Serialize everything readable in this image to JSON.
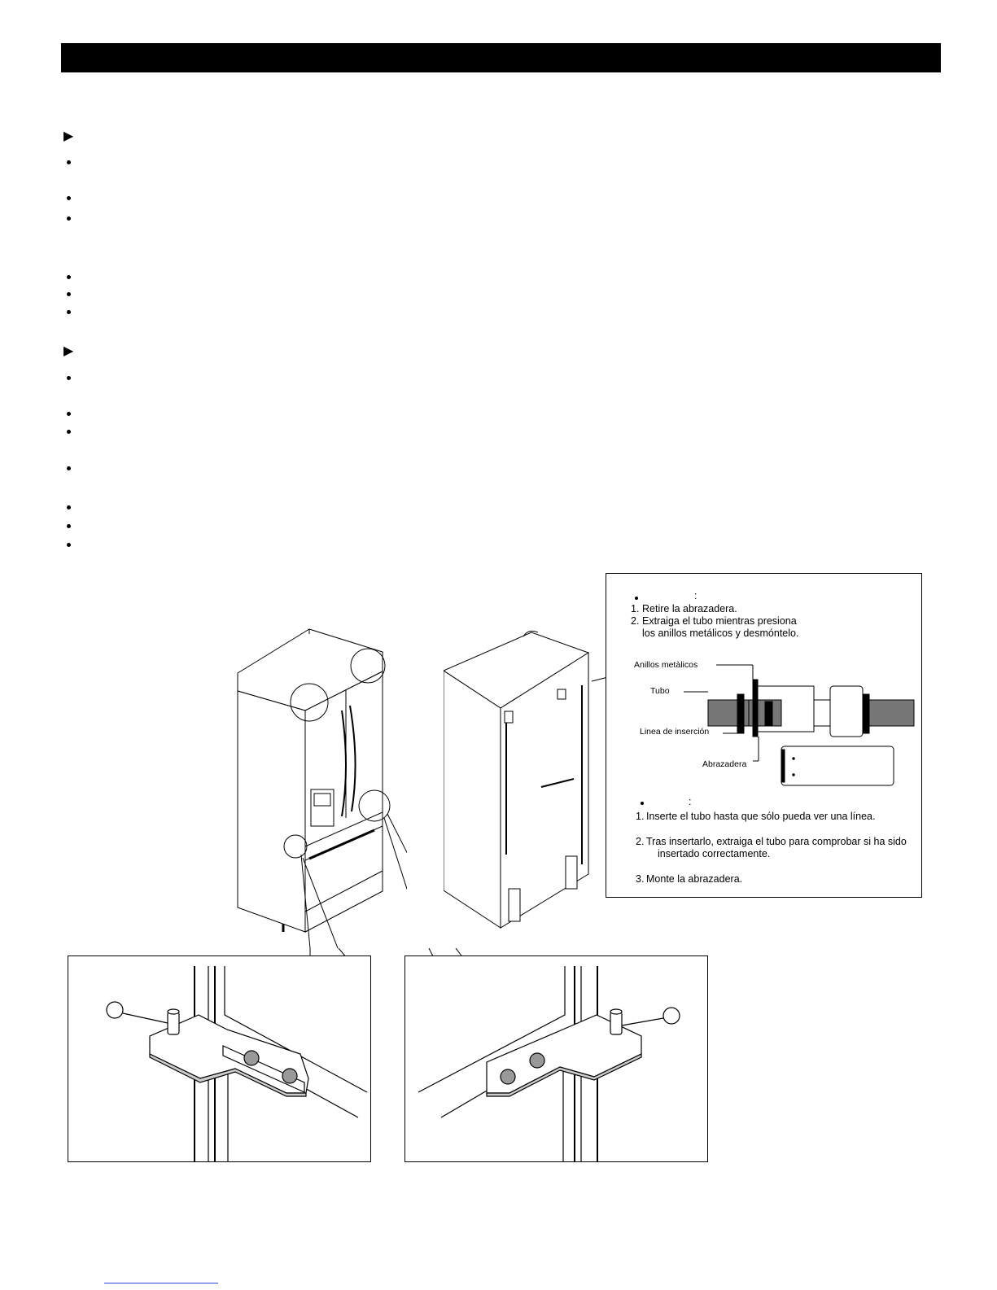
{
  "page": {
    "header_text": "",
    "footer_link_text": ""
  },
  "section1": {
    "marker": "▶",
    "bullet_count": 6
  },
  "section2": {
    "marker": "▶",
    "bullet_count": 7
  },
  "water_panel": {
    "remove": {
      "heading_colon": ":",
      "steps": [
        {
          "num": "1.",
          "text": "Retire la abrazadera."
        },
        {
          "num": "2.",
          "text": "Extraiga el tubo mientras presiona"
        },
        {
          "num": "",
          "text": "los anillos metálicos y desmóntelo."
        }
      ]
    },
    "labels": {
      "rings": "Anillos metàlicos",
      "tube": "Tubo",
      "insert_line": "Linea de inserción",
      "clamp": "Abrazadera"
    },
    "install": {
      "heading_colon": ":",
      "steps": [
        {
          "num": "1.",
          "text": "Inserte el tubo hasta que sólo pueda ver una línea."
        },
        {
          "num": "2.",
          "text": "Tras insertarlo, extraiga el tubo para comprobar si ha sido"
        },
        {
          "num": "",
          "text": "insertado correctamente."
        },
        {
          "num": "3.",
          "text": "Monte la abrazadera."
        }
      ]
    }
  }
}
